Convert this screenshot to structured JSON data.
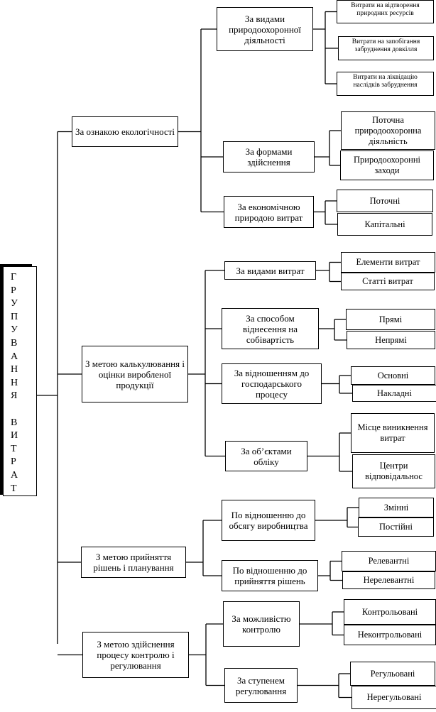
{
  "root": {
    "title": "ГРУПУВАННЯ ВИТРАТ",
    "letters": "Г\nР\nУ\nП\nУ\nВ\nА\nН\nН\nЯ\n\nВ\nИ\nТ\nР\nА\nТ"
  },
  "groups": [
    {
      "label": "За ознакою екологічності",
      "subs": [
        {
          "label": "За видами природоохоронної діяльності",
          "items": [
            "Витрати на відтворення природних ресурсів",
            "Витрати на запобігання забруднення довкілля",
            "Витрати на ліквідацію наслідків забруднення"
          ]
        },
        {
          "label": "За формами здійснення",
          "items": [
            "Поточна природоохоронна діяльність",
            "Природоохоронні заходи"
          ]
        },
        {
          "label": "За економічною природою витрат",
          "items": [
            "Поточні",
            "Капітальні"
          ]
        }
      ]
    },
    {
      "label": "З метою калькулювання і оцінки виробленої продукції",
      "subs": [
        {
          "label": "За видами витрат",
          "items": [
            "Елементи витрат",
            "Статті витрат"
          ]
        },
        {
          "label": "За способом віднесення на собівартість",
          "items": [
            "Прямі",
            "Непрямі"
          ]
        },
        {
          "label": "За відношенням до господарського процесу",
          "items": [
            "Основні",
            "Накладні"
          ]
        },
        {
          "label": "За об’єктами обліку",
          "items": [
            "Місце виникнення витрат",
            "Центри відповідальнос"
          ]
        }
      ]
    },
    {
      "label": "З метою прийняття рішень і планування",
      "subs": [
        {
          "label": "По відношенню до обсягу виробництва",
          "items": [
            "Змінні",
            "Постійні"
          ]
        },
        {
          "label": "По відношенню до прийняття рішень",
          "items": [
            "Релевантні",
            "Нерелевантні"
          ]
        }
      ]
    },
    {
      "label": "З метою здійснення процесу контролю і регулювання",
      "subs": [
        {
          "label": "За можливістю контролю",
          "items": [
            "Контрольовані",
            "Неконтрольовані"
          ]
        },
        {
          "label": "За ступенем регулювання",
          "items": [
            "Регульовані",
            "Нерегульовані"
          ]
        }
      ]
    }
  ]
}
